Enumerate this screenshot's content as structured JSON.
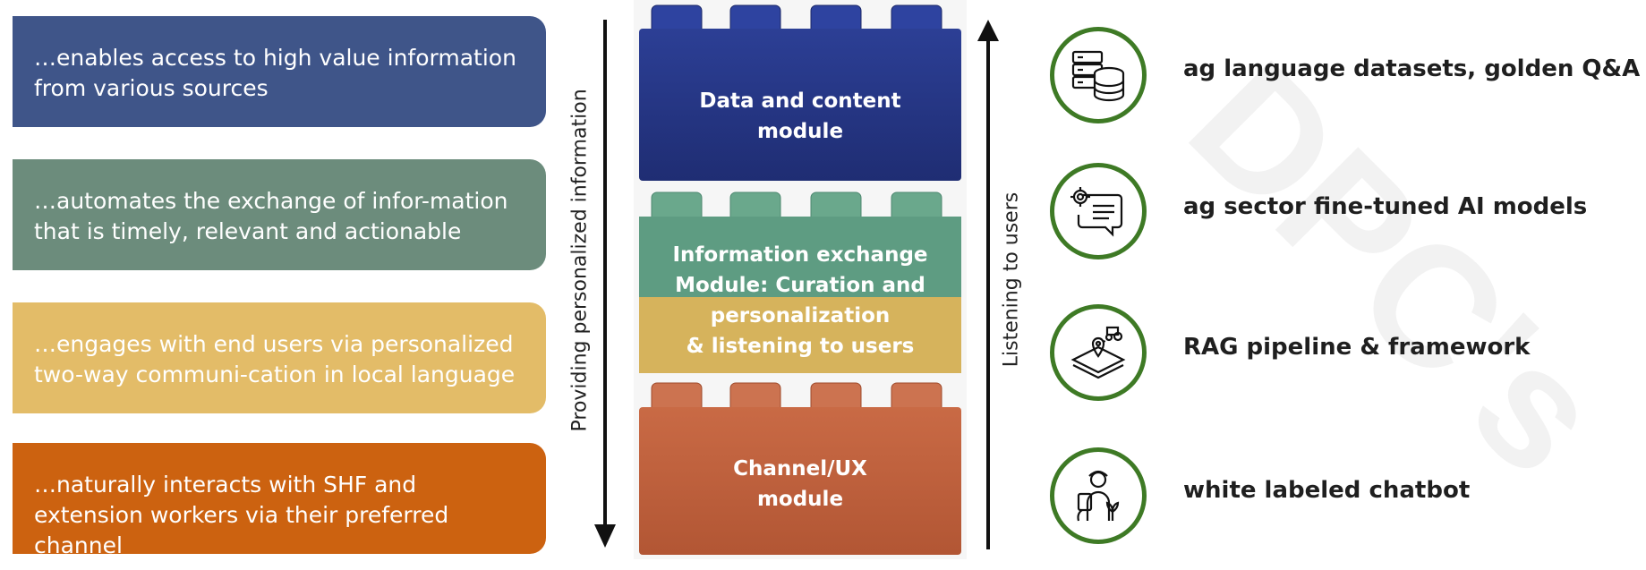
{
  "cards": [
    {
      "text": "…enables access to high value information from various sources",
      "color": "#3f5589"
    },
    {
      "text": "…automates the exchange of infor-mation that is timely, relevant and actionable",
      "color": "#6c8c7c"
    },
    {
      "text": "…engages with end users via personalized two-way communi-cation in local language",
      "color": "#e3bc68"
    },
    {
      "text": "…naturally interacts with SHF and extension workers via their preferred channel",
      "color": "#cc6210"
    }
  ],
  "left_axis_label": "Providing personalized information",
  "right_axis_label": "Listening to users",
  "bricks": {
    "top": {
      "line1": "Data and content",
      "line2": "module",
      "color": "#24357f"
    },
    "middle": {
      "line1": "Information exchange",
      "line2": "Module: Curation and",
      "line3": "personalization",
      "line4": "& listening to users",
      "color_top": "#5e9c82",
      "color_bottom": "#d6b35c"
    },
    "bottom": {
      "line1": "Channel/UX",
      "line2": "module",
      "color": "#c0623c"
    }
  },
  "features": [
    {
      "label": "ag language datasets, golden Q&A",
      "icon": "database-server-icon"
    },
    {
      "label": "ag sector fine-tuned AI models",
      "icon": "gear-chat-icon"
    },
    {
      "label": "RAG pipeline & framework",
      "icon": "map-pin-tractor-icon"
    },
    {
      "label": "white labeled chatbot",
      "icon": "farmer-chatbot-icon"
    }
  ],
  "watermark": "DPC's"
}
